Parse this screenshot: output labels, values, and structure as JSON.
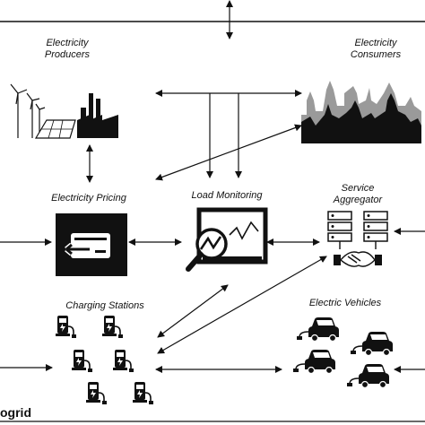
{
  "frame": {
    "title": "ogrid"
  },
  "nodes": {
    "producers": {
      "label_line1": "Electricity",
      "label_line2": "Producers"
    },
    "consumers": {
      "label_line1": "Electricity",
      "label_line2": "Consumers"
    },
    "pricing": {
      "label": "Electricity Pricing"
    },
    "monitoring": {
      "label": "Load Monitoring"
    },
    "aggregator": {
      "label_line1": "Service",
      "label_line2": "Aggregator"
    },
    "charging": {
      "label": "Charging Stations"
    },
    "vehicles": {
      "label": "Electric Vehicles"
    }
  },
  "icons": {
    "producers": "wind-solar-factory-icon",
    "consumers": "city-skyline-icon",
    "pricing": "payment-card-icon",
    "monitoring": "magnifier-chart-icon",
    "aggregator": "servers-handshake-icon",
    "charging": "charging-station-icon",
    "vehicles": "electric-car-icon"
  },
  "colors": {
    "line": "#111111",
    "fill_dark": "#111111",
    "skyline_light": "#9a9a9a",
    "background": "#ffffff"
  }
}
